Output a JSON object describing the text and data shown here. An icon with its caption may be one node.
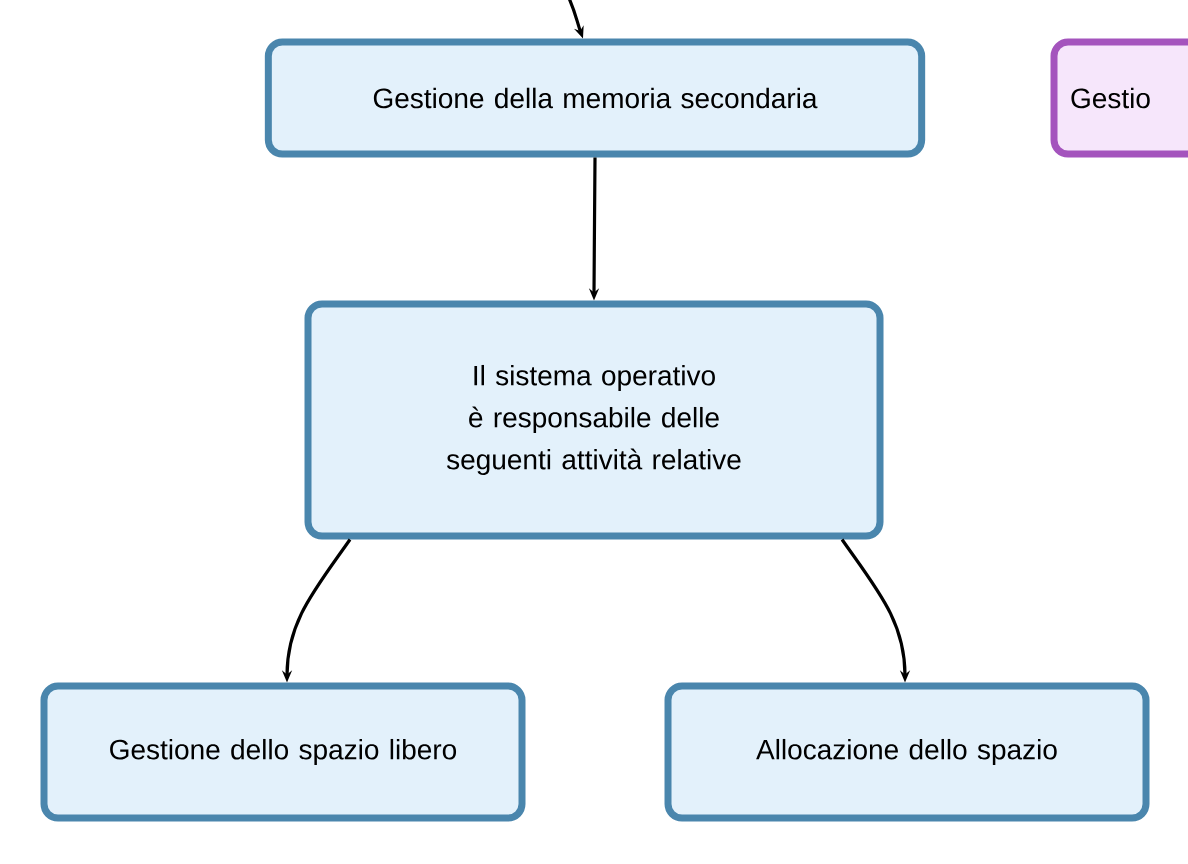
{
  "diagram": {
    "nodes": [
      {
        "text": [
          "Gestione della memoria secondaria"
        ]
      },
      {
        "text": [
          "Gestio"
        ]
      },
      {
        "text": [
          "Il sistema operativo è responsabile delle seguenti attività relative"
        ]
      },
      {
        "text": [
          "Gestione dello spazio libero"
        ]
      },
      {
        "text": [
          "Allocazione dello spazio"
        ]
      }
    ],
    "edges": [
      {
        "from": null,
        "to": 0,
        "arrow": "to"
      },
      {
        "from": 0,
        "to": 2,
        "arrow": "to"
      },
      {
        "from": 2,
        "to": 3,
        "arrow": "to"
      },
      {
        "from": 2,
        "to": 4,
        "arrow": "to"
      }
    ]
  }
}
